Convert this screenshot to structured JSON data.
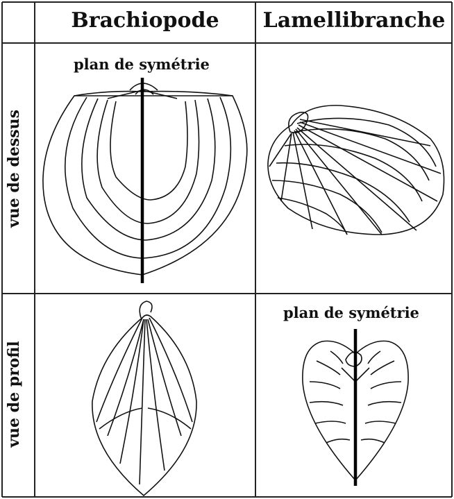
{
  "columns": {
    "left": "Brachiopode",
    "right": "Lamellibranche"
  },
  "rows": {
    "top": "vue de dessus",
    "bottom": "vue de profil"
  },
  "annotations": {
    "plan_top": "plan de symétrie",
    "plan_bottom": "plan de symétrie"
  },
  "colors": {
    "line": "#111111",
    "grid": "#222222",
    "background": "#ffffff"
  }
}
